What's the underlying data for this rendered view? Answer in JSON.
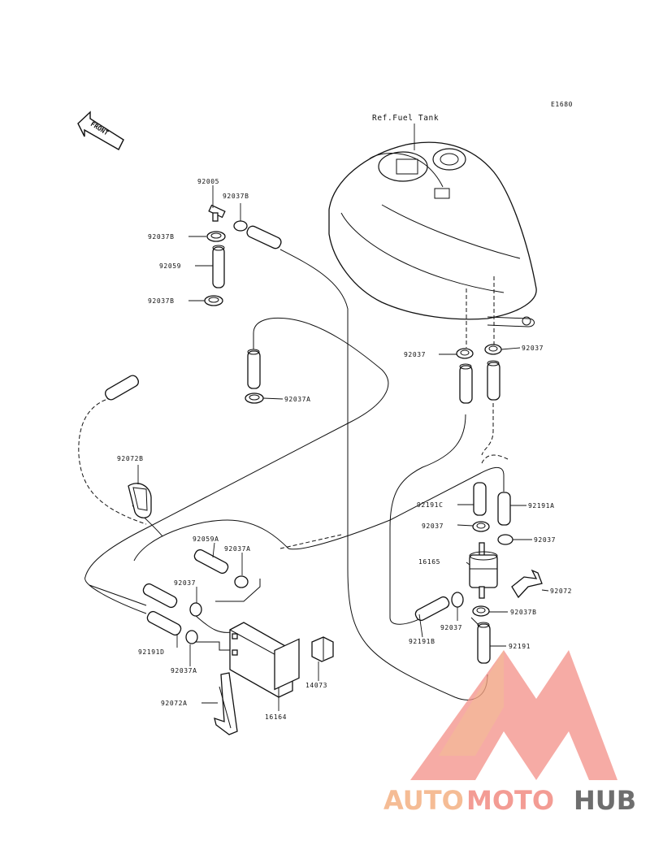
{
  "diagram": {
    "code": "E1680",
    "ref_label": "Ref.Fuel Tank",
    "front_label": "FRONT",
    "parts": {
      "p92005": "92005",
      "p92037B_a": "92037B",
      "p92037B_b": "92037B",
      "p92059": "92059",
      "p92037B_c": "92037B",
      "p92037_l": "92037",
      "p92037_r": "92037",
      "p92037A_a": "92037A",
      "p92072B": "92072B",
      "p92191C": "92191C",
      "p92191A": "92191A",
      "p92037_c": "92037",
      "p92037_d": "92037",
      "p16165": "16165",
      "p92072": "92072",
      "p92037B_d": "92037B",
      "p92037_e": "92037",
      "p92191B": "92191B",
      "p92191": "92191",
      "p92059A": "92059A",
      "p92037A_b": "92037A",
      "p92037_f": "92037",
      "p92191D": "92191D",
      "p92037A_c": "92037A",
      "p14073": "14073",
      "p16164": "16164",
      "p92072A": "92072A"
    }
  },
  "watermark": {
    "part1": "AUTO",
    "part2": "MOTO",
    "part3": "HUB",
    "color1": "#f4b183",
    "color2": "#f28b82",
    "color3": "#555555",
    "logo_color": "#f28b82"
  }
}
